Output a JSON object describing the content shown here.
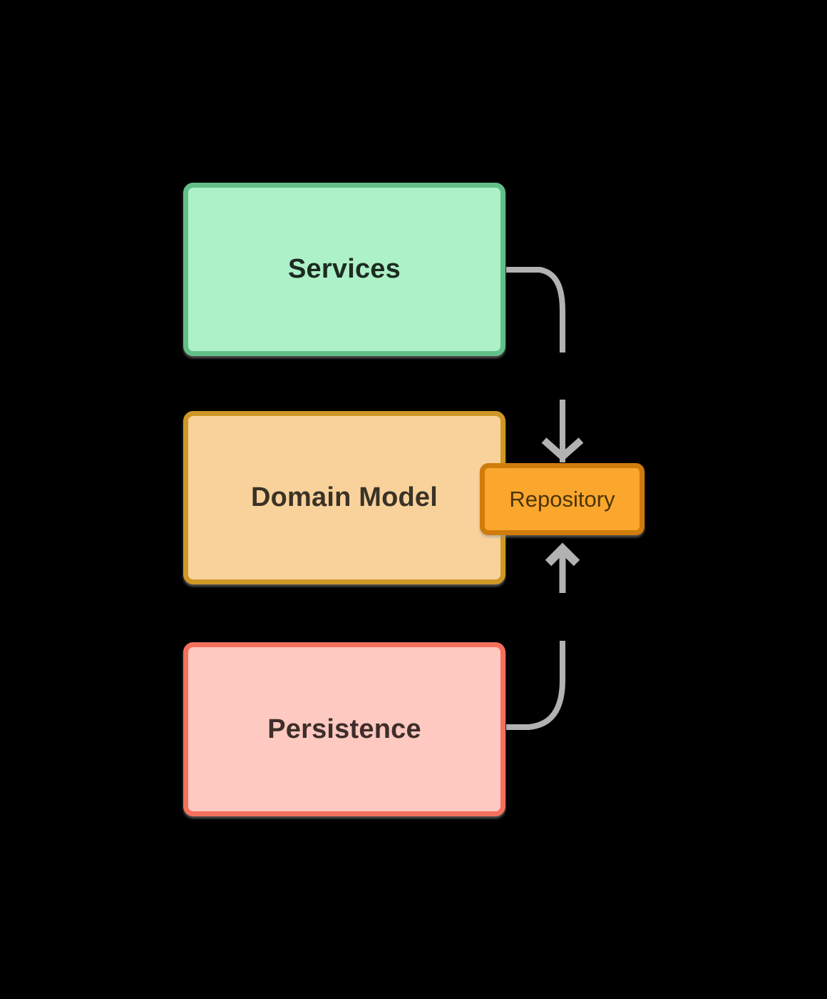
{
  "diagram": {
    "background_color": "#000000",
    "nodes": {
      "services": {
        "label": "Services",
        "fill_color": "#adf1c8",
        "border_color": "#62bf87",
        "text_color": "#1d2b21"
      },
      "domain_model": {
        "label": "Domain Model",
        "fill_color": "#f9d29b",
        "border_color": "#cf9727",
        "text_color": "#3a3226"
      },
      "repository": {
        "label": "Repository",
        "fill_color": "#fba62c",
        "border_color": "#d07c0c",
        "text_color": "#4a3508"
      },
      "persistence": {
        "label": "Persistence",
        "fill_color": "#fdc9c0",
        "border_color": "#f4705c",
        "text_color": "#3e2d2a"
      }
    },
    "connectors": {
      "color": "#b2b2b2",
      "services_to_repository": {
        "from": "Services",
        "to": "Repository",
        "arrow_direction": "down"
      },
      "persistence_to_repository": {
        "from": "Persistence",
        "to": "Repository",
        "arrow_direction": "up"
      }
    }
  }
}
